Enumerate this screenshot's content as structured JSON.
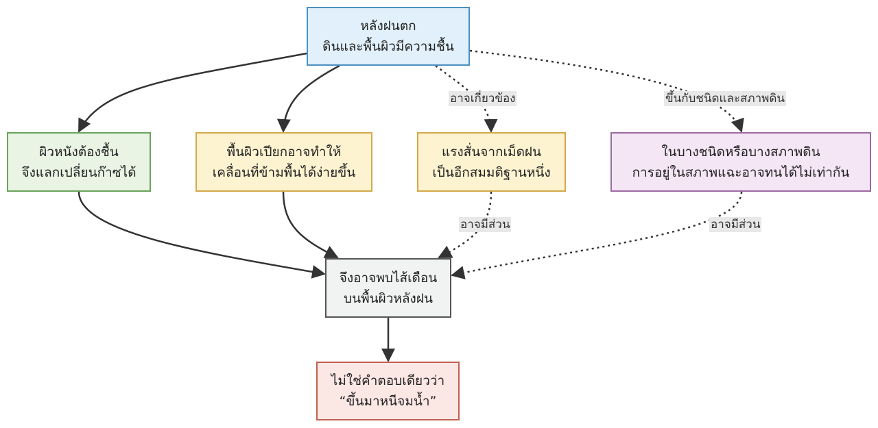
{
  "nodes": {
    "top": {
      "line1": "หลังฝนตก",
      "line2": "ดินและพื้นผิวมีความชื้น"
    },
    "skin": {
      "line1": "ผิวหนังต้องชื้น",
      "line2": "จึงแลกเปลี่ยนก๊าซได้"
    },
    "wet": {
      "line1": "พื้นผิวเปียกอาจทำให้",
      "line2": "เคลื่อนที่ข้ามพื้นได้ง่ายขึ้น"
    },
    "vib": {
      "line1": "แรงสั่นจากเม็ดฝน",
      "line2": "เป็นอีกสมมติฐานหนึ่ง"
    },
    "soil": {
      "line1": "ในบางชนิดหรือบางสภาพดิน",
      "line2": "การอยู่ในสภาพแฉะอาจทนได้ไม่เท่ากัน"
    },
    "mid": {
      "line1": "จึงอาจพบไส้เดือน",
      "line2": "บนพื้นผิวหลังฝน"
    },
    "final": {
      "line1": "ไม่ใช่คำตอบเดียวว่า",
      "line2": "“ขึ้นมาหนีจมน้ำ”"
    }
  },
  "edge_labels": {
    "top_to_vib": "อาจเกี่ยวข้อง",
    "top_to_soil": "ขึ้นกับชนิดและสภาพดิน",
    "vib_to_mid": "อาจมีส่วน",
    "soil_to_mid": "อาจมีส่วน"
  },
  "colors": {
    "blue_fill": "#e1f0fb",
    "blue_stroke": "#4a90c0",
    "green_fill": "#e9f4e4",
    "green_stroke": "#6aa35a",
    "yellow_fill": "#fdf3d0",
    "yellow_stroke": "#d4a84a",
    "purple_fill": "#f4e6f4",
    "purple_stroke": "#9b6aa0",
    "gray_fill": "#f1f2f2",
    "gray_stroke": "#555555",
    "red_fill": "#fbe7e4",
    "red_stroke": "#c06050",
    "edge": "#333333"
  }
}
